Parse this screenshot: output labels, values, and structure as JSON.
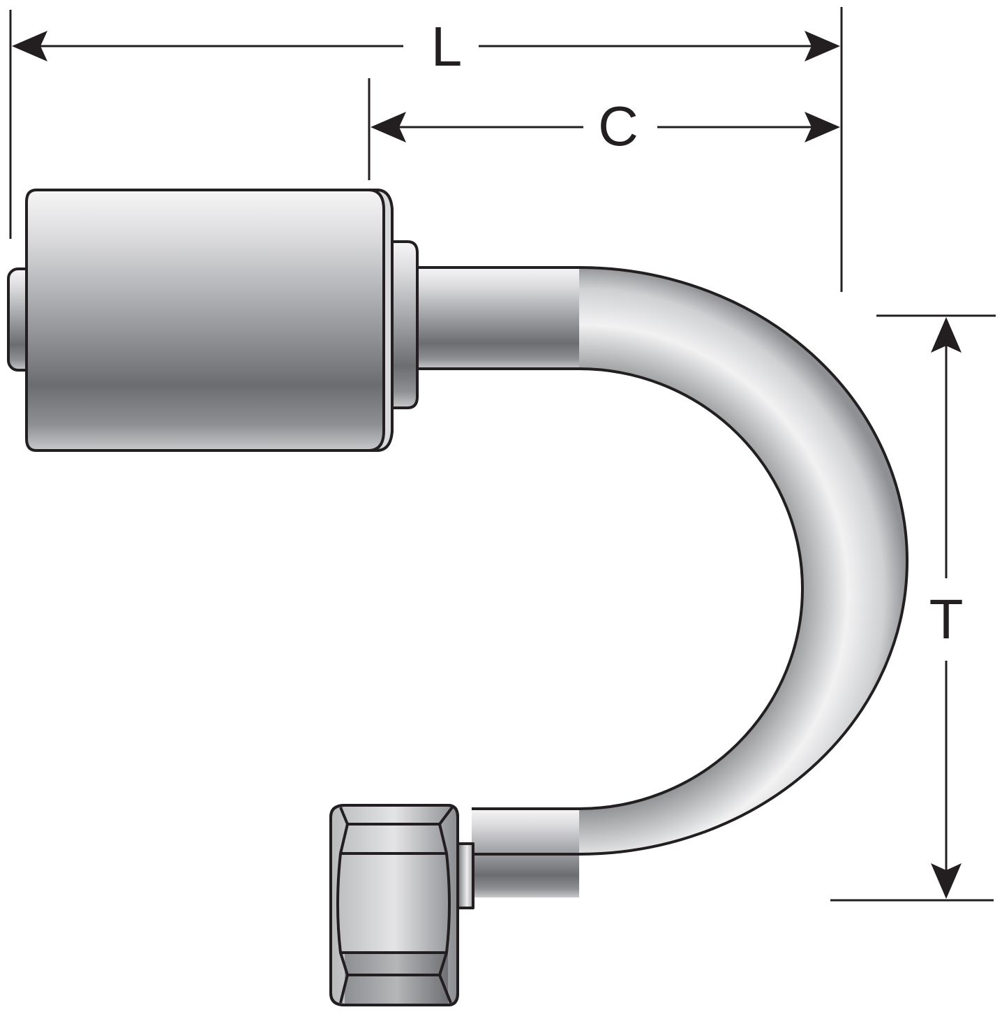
{
  "colors": {
    "line": "#231f20",
    "metal_light": "#f4f4f5",
    "metal_dark": "#6e7073",
    "background": "#ffffff"
  },
  "dimensions": {
    "L": "L",
    "C": "C",
    "T": "T"
  }
}
